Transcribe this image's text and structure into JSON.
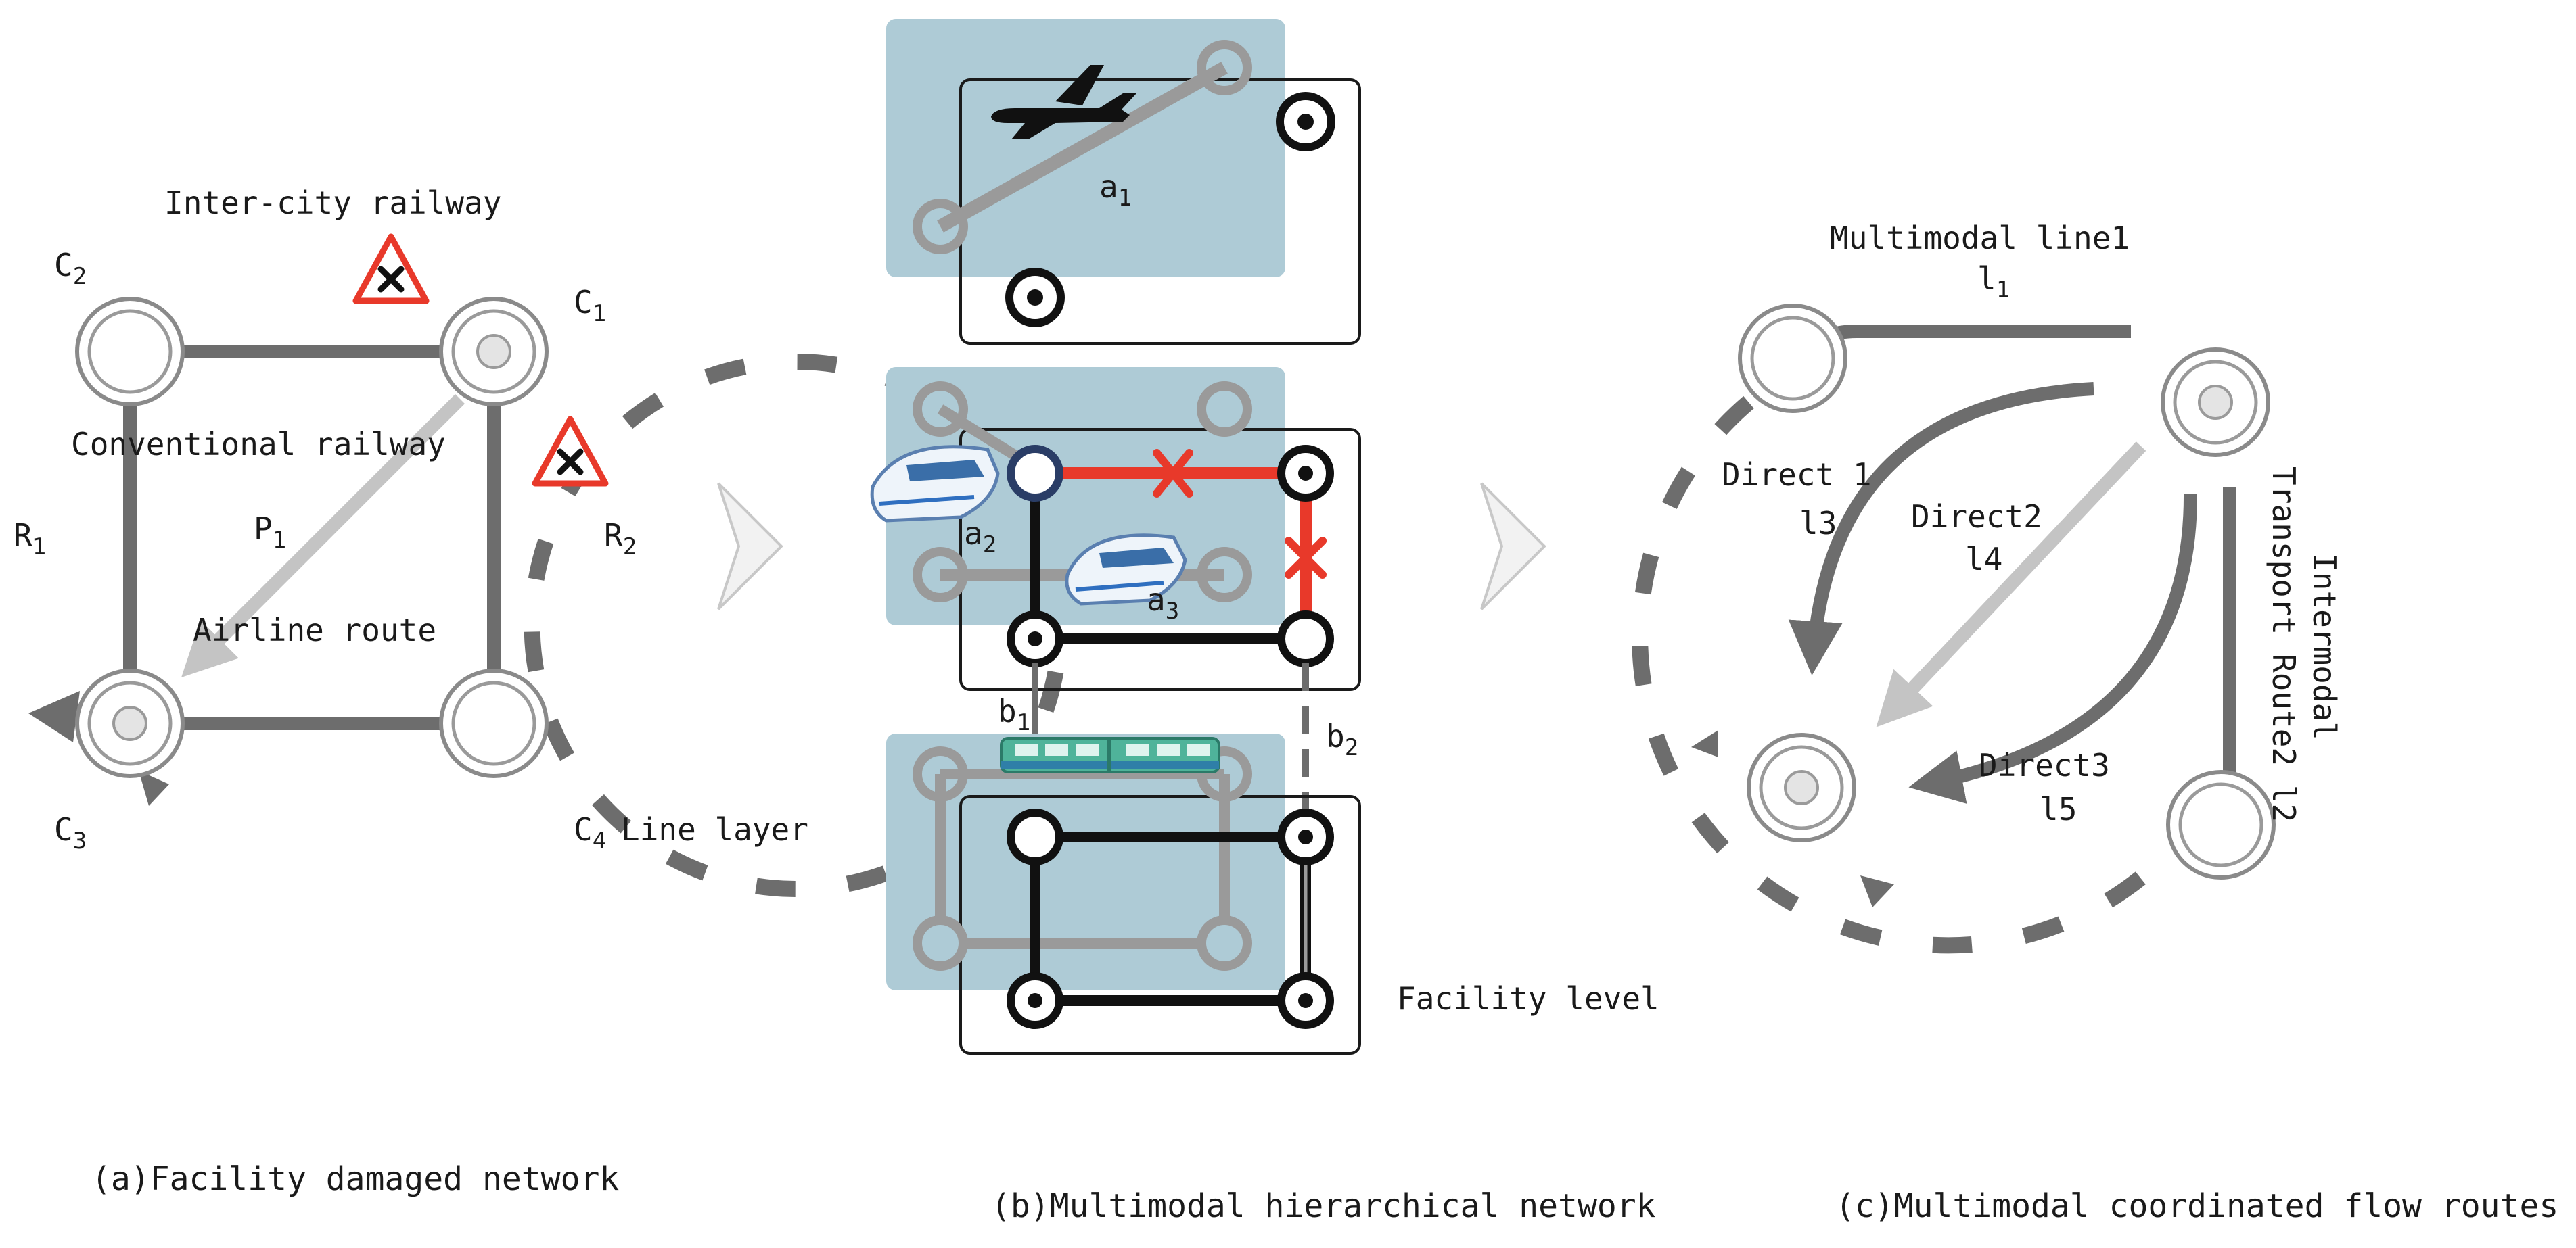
{
  "panel_a": {
    "caption": "(a)Facility damaged network",
    "label_intercity": "Inter-city railway",
    "label_conventional": "Conventional railway",
    "label_airline": "Airline route",
    "label_line_layer": "Line layer",
    "nodes": {
      "c1": {
        "main": "C",
        "sub": "1"
      },
      "c2": {
        "main": "C",
        "sub": "2"
      },
      "c3": {
        "main": "C",
        "sub": "3"
      },
      "c4": {
        "main": "C",
        "sub": "4"
      }
    },
    "routes": {
      "r1": {
        "main": "R",
        "sub": "1"
      },
      "r2": {
        "main": "R",
        "sub": "2"
      },
      "p1": {
        "main": "P",
        "sub": "1"
      }
    }
  },
  "panel_b": {
    "caption": "(b)Multimodal hierarchical network",
    "label_facility": "Facility level",
    "a1": {
      "main": "a",
      "sub": "1"
    },
    "a2": {
      "main": "a",
      "sub": "2"
    },
    "a3": {
      "main": "a",
      "sub": "3"
    },
    "b1": {
      "main": "b",
      "sub": "1"
    },
    "b2": {
      "main": "b",
      "sub": "2"
    }
  },
  "panel_c": {
    "caption": "(c)Multimodal coordinated flow routes",
    "multimodal_line": "Multimodal line1",
    "l1": {
      "main": "l",
      "sub": "1"
    },
    "direct1": "Direct 1",
    "l3": "l3",
    "direct2": "Direct2",
    "l4": "l4",
    "direct3": "Direct3",
    "l5": "l5",
    "intermodal_1": "Intermodal",
    "intermodal_2": "Transport Route2 l2"
  },
  "colors": {
    "line_gray": "#6d6d6d",
    "light_gray": "#c4c4c4",
    "damage_red": "#e8392a",
    "panel_blue": "#aecbd6",
    "black": "#111111"
  },
  "icons": [
    "warning-triangle-icon",
    "airplane-icon",
    "high-speed-train-icon",
    "train-icon",
    "chevron-right-icon"
  ]
}
